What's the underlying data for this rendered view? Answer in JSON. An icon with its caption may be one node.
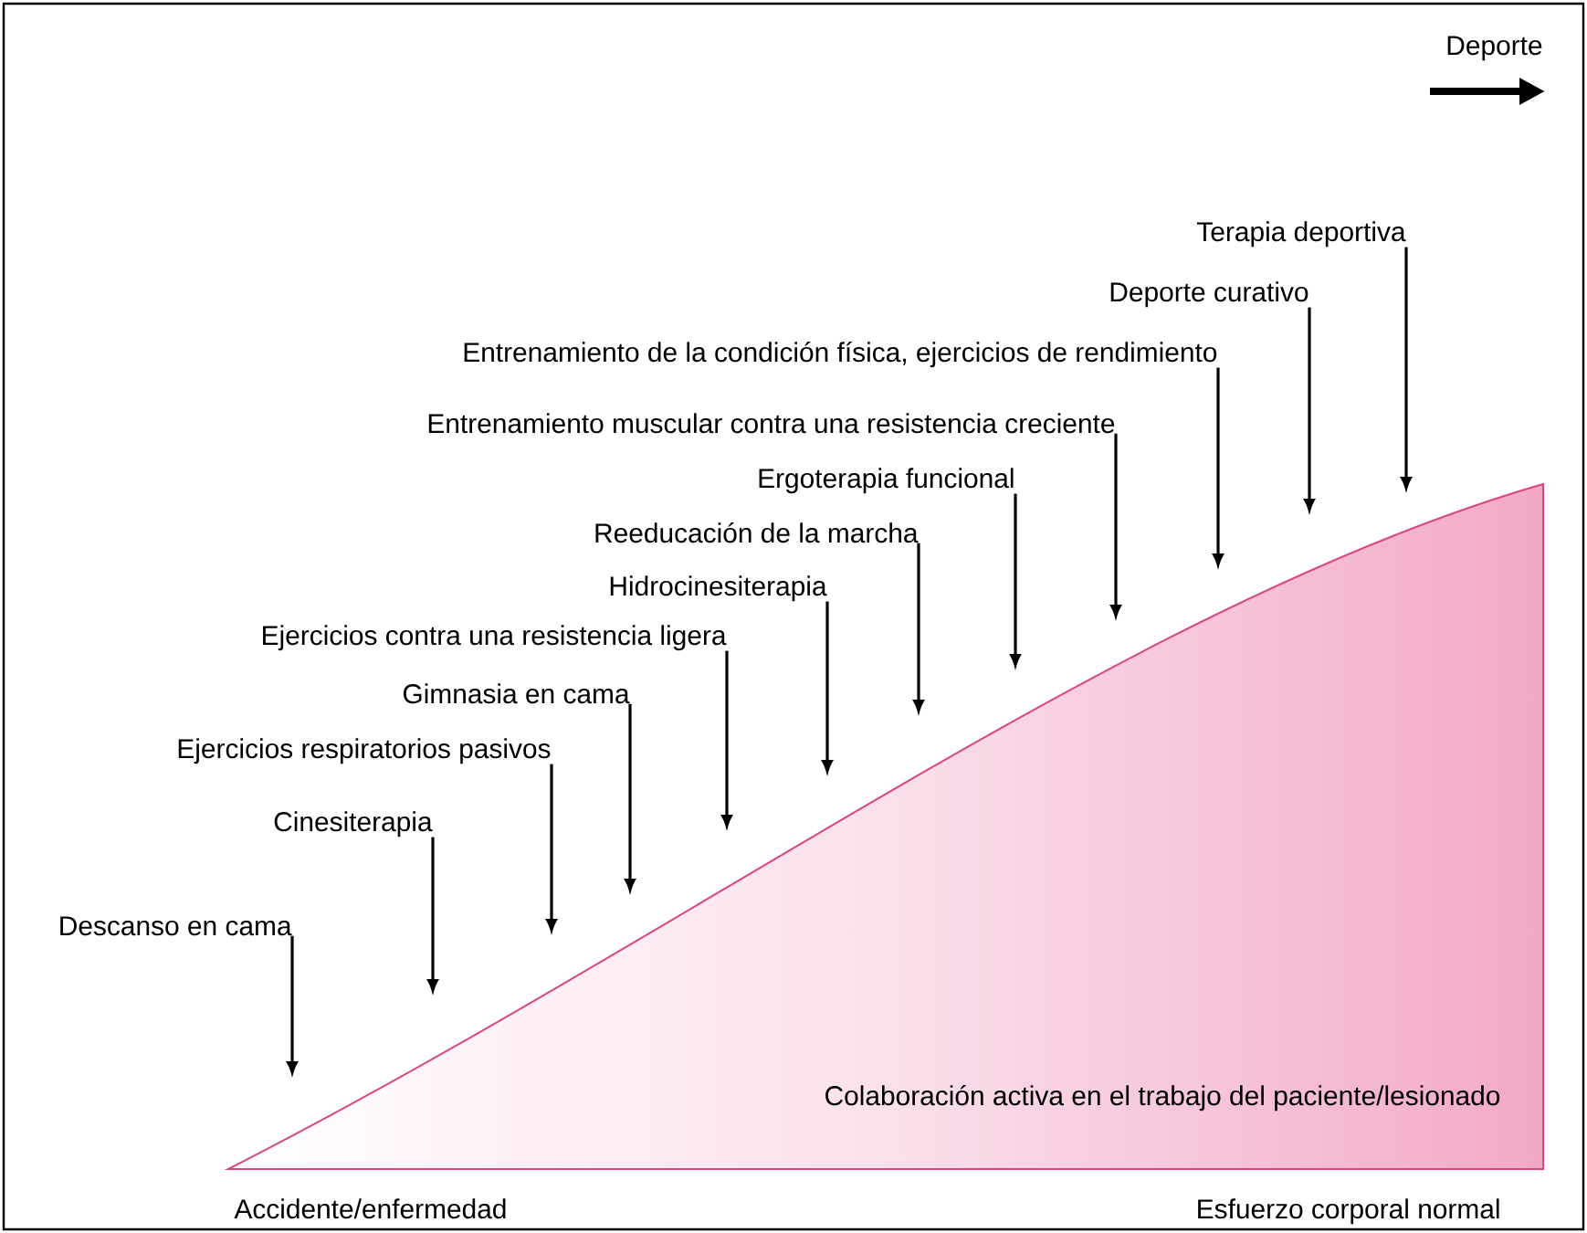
{
  "diagram": {
    "nodes": [
      {
        "text": [
          "Terapia deportiva"
        ]
      },
      {
        "text": [
          "Deporte curativo"
        ]
      },
      {
        "text": [
          "Entrenamiento de la condición física, ejercicios de rendimiento"
        ]
      },
      {
        "text": [
          "Entrenamiento muscular contra una resistencia creciente"
        ]
      },
      {
        "text": [
          "Ergoterapia funcional"
        ]
      },
      {
        "text": [
          "Reeducación de la marcha"
        ]
      },
      {
        "text": [
          "Hidrocinesiterapia"
        ]
      },
      {
        "text": [
          "Ejercicios contra una resistencia ligera"
        ]
      },
      {
        "text": [
          "Gimnasia en cama"
        ]
      },
      {
        "text": [
          "Ejercicios respiratorios pasivos"
        ]
      },
      {
        "text": [
          "Cinesiterapia"
        ]
      },
      {
        "text": [
          "Descanso en cama"
        ]
      }
    ],
    "edges": [
      {
        "from": 0,
        "to": null,
        "arrow": "to"
      },
      {
        "from": 1,
        "to": null,
        "arrow": "to"
      },
      {
        "from": 2,
        "to": null,
        "arrow": "to"
      },
      {
        "from": 3,
        "to": null,
        "arrow": "to"
      },
      {
        "from": 4,
        "to": null,
        "arrow": "to"
      },
      {
        "from": 5,
        "to": null,
        "arrow": "to"
      },
      {
        "from": 6,
        "to": null,
        "arrow": "to"
      },
      {
        "from": 7,
        "to": null,
        "arrow": "to"
      },
      {
        "from": 8,
        "to": null,
        "arrow": "to"
      },
      {
        "from": 9,
        "to": null,
        "arrow": "to"
      },
      {
        "from": 10,
        "to": null,
        "arrow": "to"
      },
      {
        "from": 11,
        "to": null,
        "arrow": "to"
      }
    ],
    "labels": [
      "Deporte",
      "Colaboración activa en el trabajo del paciente/lesionado",
      "Accidente/enfermedad",
      "Esfuerzo corporal normal"
    ]
  }
}
